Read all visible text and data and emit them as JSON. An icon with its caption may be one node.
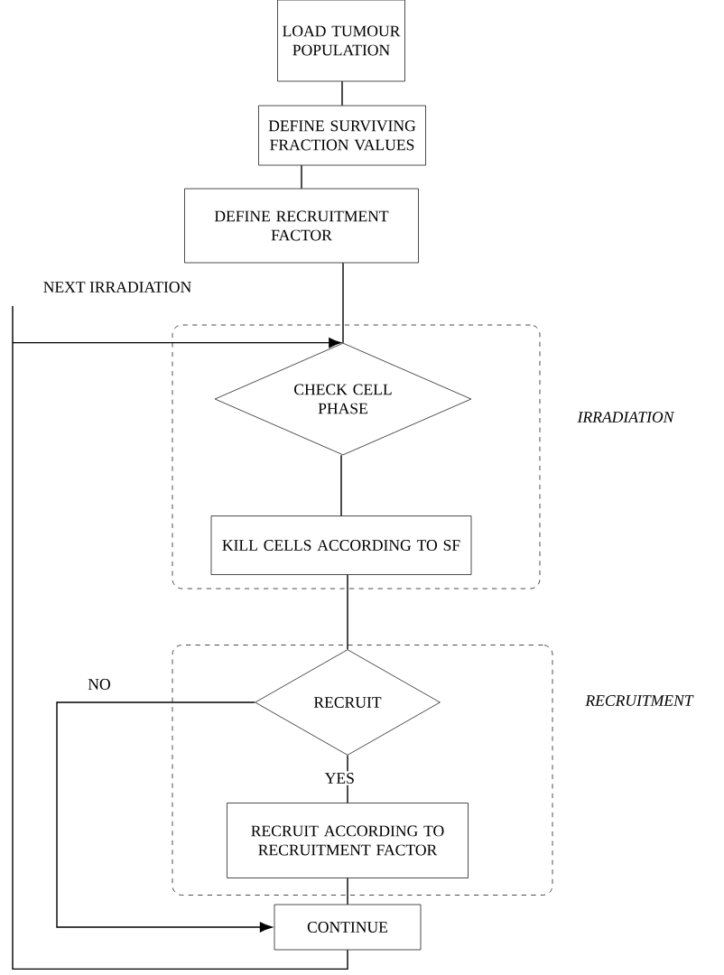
{
  "diagram": {
    "nodes": [
      {
        "text": [
          "LOAD TUMOUR POPULATION"
        ]
      },
      {
        "text": [
          "DEFINE SURVIVING FRACTION VALUES"
        ]
      },
      {
        "text": [
          "DEFINE RECRUITMENT FACTOR"
        ]
      },
      {
        "text": [
          "IRRADIATION"
        ]
      },
      {
        "text": [
          "CHECK CELL PHASE"
        ],
        "in": 3
      },
      {
        "text": [
          "KILL CELLS ACCORDING TO SF"
        ],
        "in": 3
      },
      {
        "text": [
          "RECRUITMENT"
        ]
      },
      {
        "text": [
          "RECRUIT"
        ],
        "in": 6
      },
      {
        "text": [
          "RECRUIT ACCORDING TO RECRUITMENT FACTOR"
        ],
        "in": 6
      },
      {
        "text": [
          "CONTINUE"
        ]
      }
    ],
    "edges": [
      {
        "from": 0,
        "to": 1,
        "arrow": "none"
      },
      {
        "from": 1,
        "to": 2,
        "arrow": "none"
      },
      {
        "from": 2,
        "to": 4,
        "arrow": "none"
      },
      {
        "from": 4,
        "to": 5,
        "arrow": "none"
      },
      {
        "from": 5,
        "to": 7,
        "arrow": "none"
      },
      {
        "from": 7,
        "to": 8,
        "label": "YES",
        "arrow": "none"
      },
      {
        "from": 7,
        "to": 9,
        "label": "NO",
        "arrow": "to"
      },
      {
        "from": 8,
        "to": 9,
        "arrow": "none"
      },
      {
        "from": 9,
        "to": 4,
        "label": "NEXT IRRADIATION",
        "arrow": "to"
      }
    ]
  }
}
